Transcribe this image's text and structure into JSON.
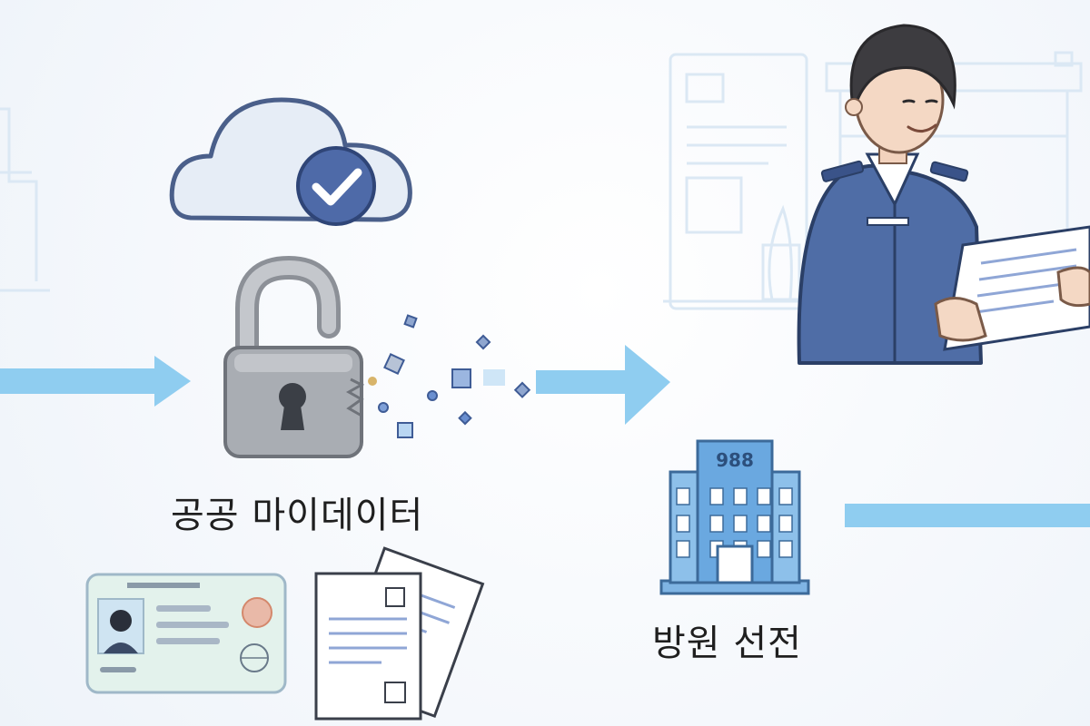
{
  "labels": {
    "center_caption": "공공 마이데이터",
    "right_caption": "방원 선전"
  },
  "building_sign": "988",
  "colors": {
    "arrow": "#8fcdf0",
    "navy": "#3f5c96",
    "lock_gray": "#a9adb3",
    "cloud": "#e6edf6",
    "building": "#6aa8e0",
    "background": "#f7f9fc"
  },
  "icons": [
    "cloud-check-icon",
    "open-padlock-icon",
    "id-card-icon",
    "documents-icon",
    "building-icon",
    "officer-illustration",
    "flow-arrow-icon"
  ]
}
